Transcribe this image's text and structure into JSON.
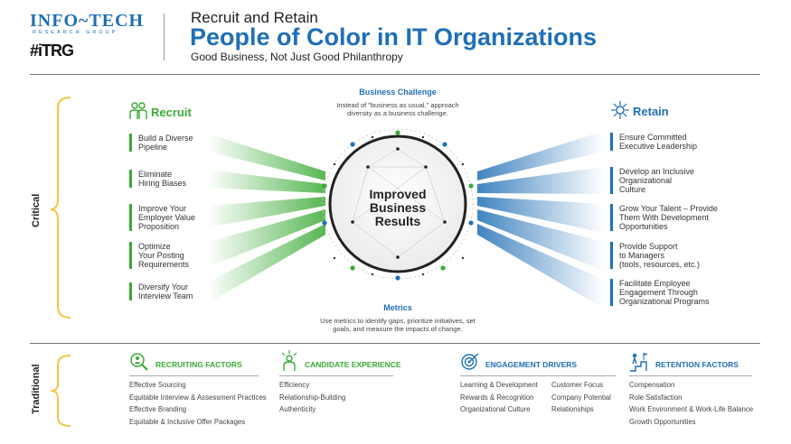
{
  "header": {
    "logo_main": "INFO~TECH",
    "logo_sub": "RESEARCH GROUP",
    "logo_itrg": "#iTRG",
    "kicker": "Recruit and Retain",
    "title": "People of Color in IT Organizations",
    "subtitle": "Good Business, Not Just Good Philanthropy"
  },
  "bands": {
    "critical": "Critical",
    "traditional": "Traditional"
  },
  "recruit": {
    "heading": "Recruit",
    "items": [
      "Build a Diverse\nPipeline",
      "Eliminate\nHiring Biases",
      "Improve Your\nEmployer Value\nProposition",
      "Optimize\nYour Posting\nRequirements",
      "Diversify Your\nInterview Team"
    ]
  },
  "retain": {
    "heading": "Retain",
    "items": [
      "Ensure Committed\nExecutive Leadership",
      "Develop an Inclusive\nOrganizational\nCulture",
      "Grow Your Talent – Provide\nThem With Development\nOpportunities",
      "Provide Support\nto Managers\n(tools, resources, etc.)",
      "Facilitate Employee\nEngagement Through\nOrganizational Programs"
    ]
  },
  "center": {
    "business_challenge_title": "Business Challenge",
    "business_challenge_desc": "Instead of \"business as usual,\" approach\ndiversity as a business challenge.",
    "circle_text": "Improved\nBusiness\nResults",
    "metrics_title": "Metrics",
    "metrics_desc": "Use metrics to identify gaps, prioritize initiatives, set\ngoals, and measure the impacts of change."
  },
  "categories": {
    "recruiting_factors": {
      "heading": "RECRUITING FACTORS",
      "items": [
        "Effective Sourcing",
        "Equitable Interview & Assessment Practices",
        "Effective Branding",
        "Equitable & Inclusive Offer Packages"
      ]
    },
    "candidate_experience": {
      "heading": "CANDIDATE EXPERIENCE",
      "items": [
        "Efficiency",
        "Relationship-Building",
        "Authenticity"
      ]
    },
    "engagement_drivers": {
      "heading": "ENGAGEMENT DRIVERS",
      "items_col1": [
        "Learning & Development",
        "Rewards & Recognition",
        "Organizational Culture"
      ],
      "items_col2": [
        "Customer Focus",
        "Company Potential",
        "Relationships"
      ]
    },
    "retention_factors": {
      "heading": "RETENTION FACTORS",
      "items": [
        "Compensation",
        "Role Satisfaction",
        "Work Environment & Work-Life Balance",
        "Growth Opportunities"
      ]
    }
  },
  "colors": {
    "brand_blue": "#1f6fb5",
    "recruit_green": "#3aaa35",
    "bracket_yellow": "#f2c744"
  }
}
